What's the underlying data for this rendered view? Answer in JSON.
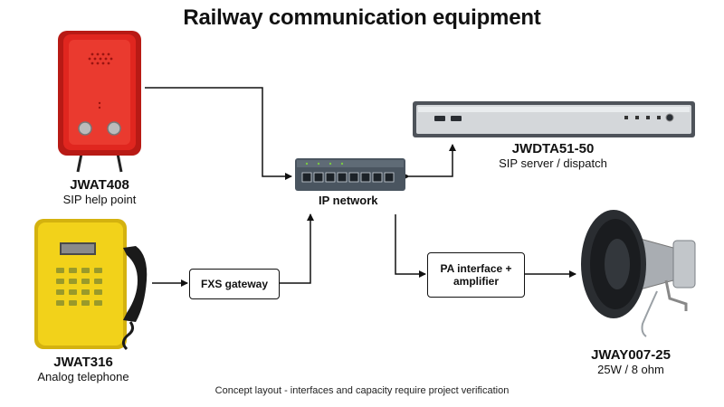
{
  "title": "Railway communication equipment",
  "footnote": "Concept layout - interfaces and capacity require project verification",
  "devices": {
    "help_point": {
      "model": "JWAT408",
      "desc": "SIP help point"
    },
    "server": {
      "model": "JWDTA51-50",
      "desc": "SIP server / dispatch"
    },
    "telephone": {
      "model": "JWAT316",
      "desc": "Analog telephone"
    },
    "horn": {
      "model": "JWAY007-25",
      "desc": "25W / 8 ohm"
    }
  },
  "boxes": {
    "fxs": "FXS gateway",
    "pa_line1": "PA interface +",
    "pa_line2": "amplifier"
  },
  "network_label": "IP network",
  "colors": {
    "help_point_red": "#e0261f",
    "phone_yellow": "#f2d21a",
    "line": "#111111"
  }
}
